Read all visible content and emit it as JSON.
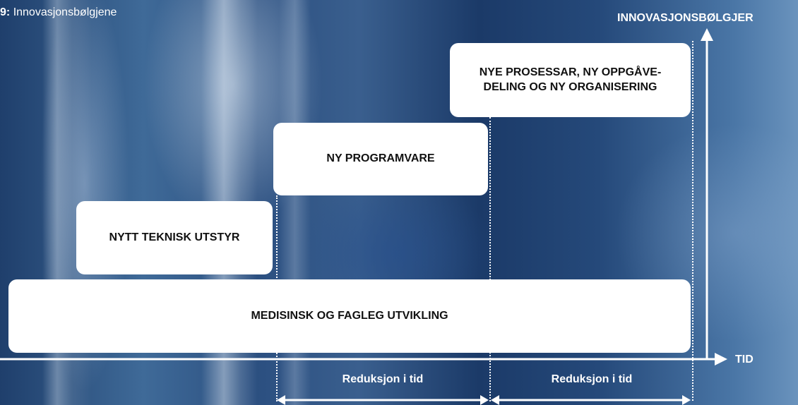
{
  "caption": {
    "number": "9",
    "separator": ":",
    "text": "Innovasjonsbølgjene"
  },
  "axes": {
    "y_label": "INNOVASJONSBØLGJER",
    "x_label": "TID"
  },
  "waves": [
    {
      "label": "MEDISINSK OG FAGLEG UTVIKLING"
    },
    {
      "label": "NYTT TEKNISK UTSTYR"
    },
    {
      "label": "NY PROGRAMVARE"
    },
    {
      "label": "NYE PROSESSAR, NY OPPGÅVE-\nDELING OG NY ORGANISERING"
    }
  ],
  "reductions": [
    {
      "label": "Reduksjon i tid"
    },
    {
      "label": "Reduksjon i tid"
    }
  ],
  "colors": {
    "box": "#ffffff",
    "text_dark": "#111111",
    "text_light": "#ffffff",
    "background": "#2b4f80"
  }
}
